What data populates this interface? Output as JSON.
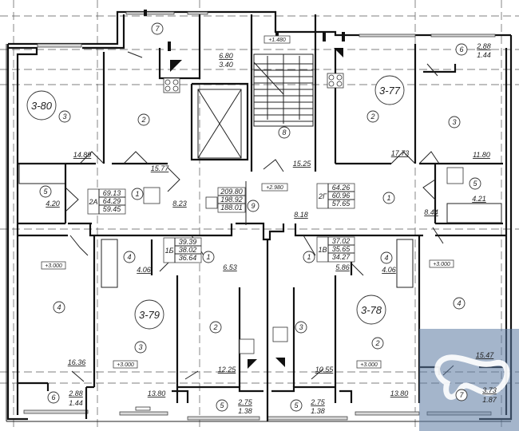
{
  "plan": {
    "apartments": [
      {
        "id": "3-80",
        "type": "2А",
        "areas": [
          "69.13",
          "64.29",
          "59.45"
        ]
      },
      {
        "id": "3-77",
        "type": "2Г",
        "areas": [
          "64.26",
          "60.96",
          "57.65"
        ]
      },
      {
        "id": "3-79",
        "type": "1Б",
        "areas": [
          "39.39",
          "38.02",
          "36.64"
        ]
      },
      {
        "id": "3-78",
        "type": "1В",
        "areas": [
          "37.02",
          "35.65",
          "34.27"
        ]
      }
    ],
    "common": {
      "areas": [
        "209.80",
        "198.92",
        "188.01"
      ],
      "room": "9"
    },
    "levels": {
      "stair_landing": "+1.480",
      "hall": "+2.980",
      "apt_3_80": "+3.000",
      "apt_3_79": "+3.000",
      "apt_3_78": "+3.000",
      "apt_3_77": "+3.000"
    },
    "rooms": {
      "r_3_80_living": {
        "num": "3",
        "area": "14.89"
      },
      "r_3_80_bed": {
        "num": "2",
        "area": "15.77"
      },
      "r_3_80_hall": {
        "num": "1",
        "area": "8.23"
      },
      "r_3_80_bath": {
        "num": "5",
        "area": "4.20"
      },
      "r_loggia_top": {
        "num": "7",
        "area": "6.80",
        "area2": "3.40"
      },
      "r_stair": {
        "num": "8",
        "area": "15.25"
      },
      "r_3_77_bed": {
        "num": "2",
        "area": "17.73"
      },
      "r_3_77_living": {
        "num": "3",
        "area": "11.80"
      },
      "r_3_77_hall": {
        "num": "1",
        "area": "8.44"
      },
      "r_3_77_bath": {
        "num": "5",
        "area": "4.21"
      },
      "r_3_77_loggia": {
        "num": "6",
        "area": "2.88",
        "area2": "1.44"
      },
      "r_mid_hall_right": {
        "area": "8.18"
      },
      "r_3_80_room4": {
        "num": "4",
        "area": "16.36"
      },
      "r_3_80_loggia": {
        "num": "6",
        "area": "2.88",
        "area2": "1.44"
      },
      "r_3_79_bath": {
        "num": "4",
        "area": "4.06"
      },
      "r_3_79_hall": {
        "num": "1",
        "area": "6.53"
      },
      "r_3_79_room": {
        "num": "3",
        "area": "13.80"
      },
      "r_3_79_kitchen": {
        "num": "2",
        "area": "12.25"
      },
      "r_3_79_loggia": {
        "num": "5",
        "area": "2.75",
        "area2": "1.38"
      },
      "r_3_78_kitchen": {
        "num": "3",
        "area": "10.55"
      },
      "r_3_78_loggia": {
        "num": "5",
        "area": "2.75",
        "area2": "1.38"
      },
      "r_3_78_hall": {
        "num": "1",
        "area": "5.86"
      },
      "r_3_78_bath": {
        "num": "4",
        "area": "4.06"
      },
      "r_3_78_room": {
        "num": "2",
        "area": "13.80"
      },
      "r_3_77_room4": {
        "num": "4",
        "area": "15.47"
      },
      "r_3_77_loggia2": {
        "num": "7",
        "area": "3.73",
        "area2": "1.87"
      }
    }
  }
}
